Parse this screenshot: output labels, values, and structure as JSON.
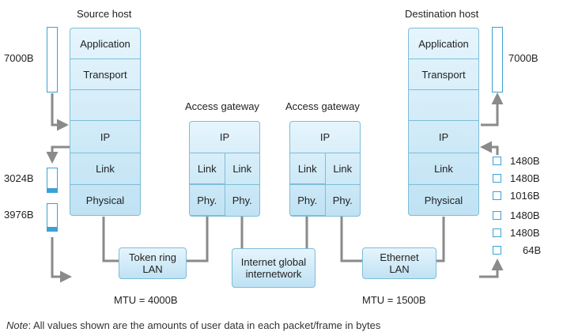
{
  "source": {
    "title": "Source host",
    "layers": [
      "Application",
      "Transport",
      "",
      "IP",
      "Link",
      "Physical"
    ],
    "label_top": "7000B",
    "label_frag1": "3024B",
    "label_frag2": "3976B"
  },
  "destination": {
    "title": "Destination host",
    "layers": [
      "Application",
      "Transport",
      "",
      "IP",
      "Link",
      "Physical"
    ],
    "label_top": "7000B"
  },
  "gateways": [
    {
      "title": "Access gateway",
      "ip": "IP",
      "link": [
        "Link",
        "Link"
      ],
      "phy": [
        "Phy.",
        "Phy."
      ]
    },
    {
      "title": "Access gateway",
      "ip": "IP",
      "link": [
        "Link",
        "Link"
      ],
      "phy": [
        "Phy.",
        "Phy."
      ]
    }
  ],
  "networks": {
    "token_ring": "Token ring\nLAN",
    "internet": "Internet global\ninternetwork",
    "ethernet": "Ethernet\nLAN"
  },
  "mtu": {
    "left": "MTU = 4000B",
    "right": "MTU = 1500B"
  },
  "fragments": [
    "1480B",
    "1480B",
    "1016B",
    "1480B",
    "1480B",
    "64B"
  ],
  "note": {
    "lead": "Note",
    "text": ": All values shown are the amounts of user data in each packet/frame in bytes"
  },
  "colors": {
    "box_fill": "#cfeaf7",
    "box_border": "#7fbcd9",
    "arrow": "#8a8a8a",
    "packet": "#3aa2d6"
  },
  "icons": [
    "packet-bar",
    "fragment-square",
    "arrow"
  ]
}
